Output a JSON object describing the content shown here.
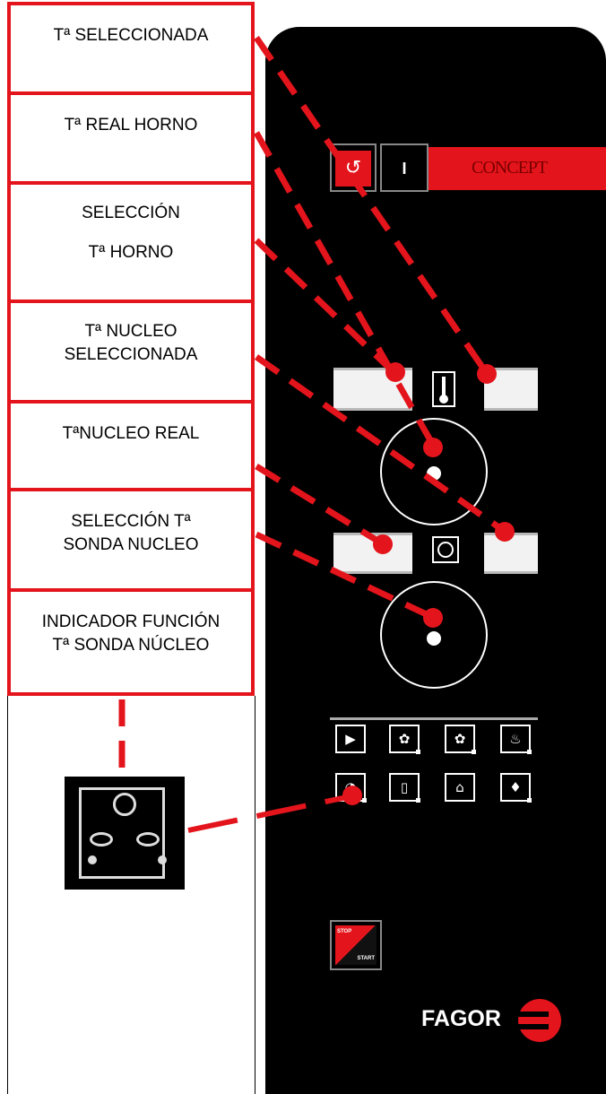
{
  "labels": {
    "t_seleccionada": "Tª SELECCIONADA",
    "t_real_horno": "Tª REAL HORNO",
    "seleccion_line1": "SELECCIÓN",
    "seleccion_line2": "Tª HORNO",
    "nucleo_sel_line1": "Tª NUCLEO",
    "nucleo_sel_line2": "SELECCIONADA",
    "nucleo_real": "TªNUCLEO REAL",
    "sonda_line1": "SELECCIÓN Tª",
    "sonda_line2": "SONDA NUCLEO",
    "indicador_line1": "INDICADOR FUNCIÓN",
    "indicador_line2": "Tª SONDA NÚCLEO"
  },
  "panel": {
    "brand_strip": "CONCEPT",
    "power_on_symbol": "I",
    "stop_label": "STOP",
    "start_label": "START",
    "fagor_logo": "FAGOR"
  },
  "icons": {
    "power": "power-off-icon",
    "thermometer": "thermometer-icon",
    "clock": "clock-icon",
    "probe_detail": "core-probe-icon"
  },
  "colors": {
    "accent": "#e3141b",
    "panel": "#000000",
    "display": "#f2f2f2"
  }
}
